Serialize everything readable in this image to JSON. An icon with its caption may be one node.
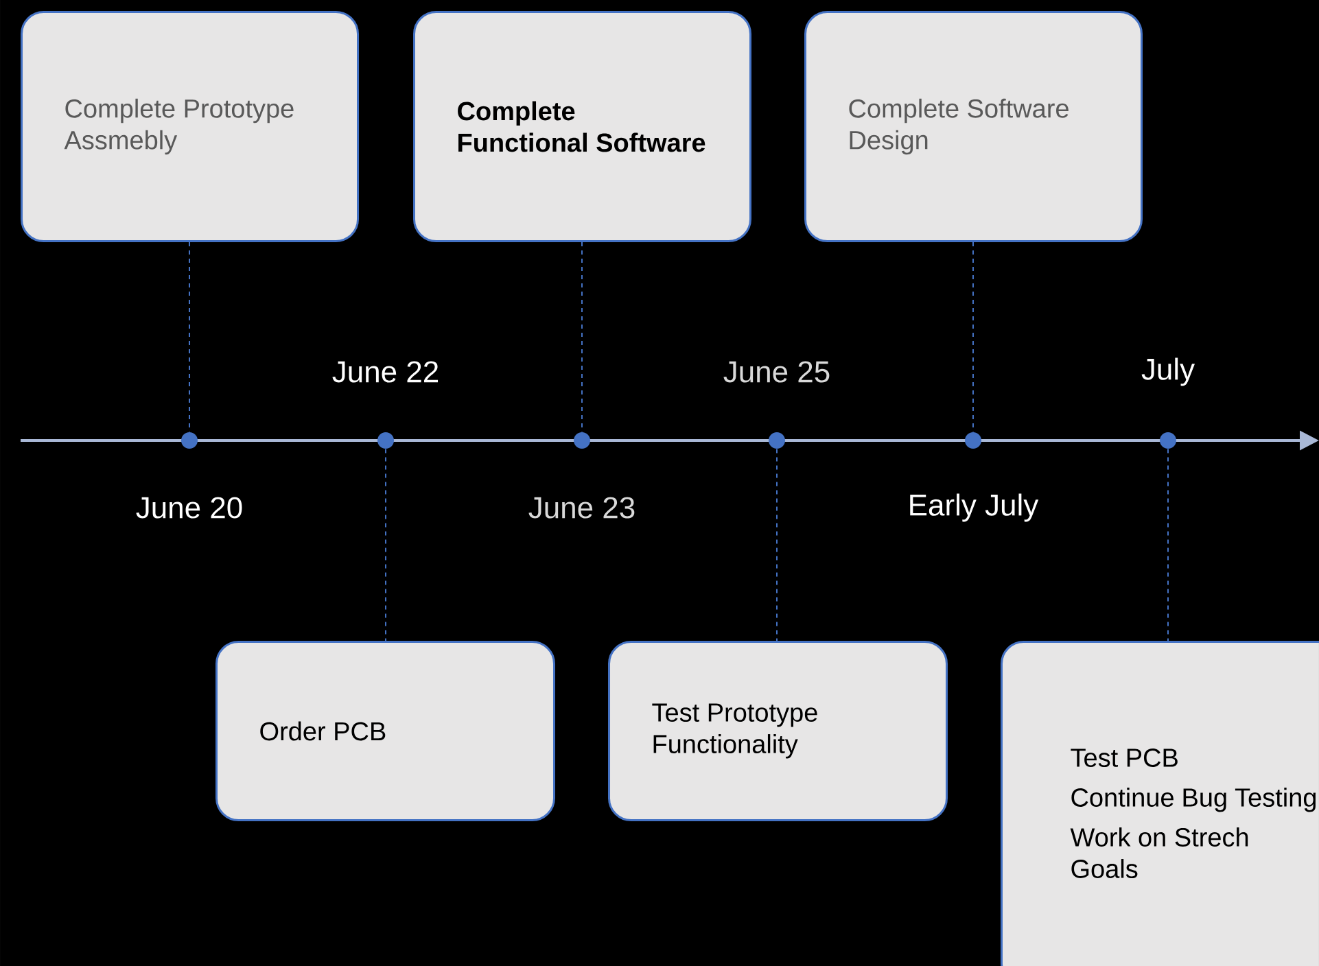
{
  "diagram": {
    "nodes": [
      {
        "text": [
          "Complete Prototype Assmebly"
        ]
      },
      {
        "text": [
          "Complete Functional Software"
        ]
      },
      {
        "text": [
          "Complete Software Design"
        ]
      },
      {
        "text": [],
        "shape": "circle"
      },
      {
        "text": [],
        "shape": "circle"
      },
      {
        "text": [],
        "shape": "circle"
      },
      {
        "text": [],
        "shape": "circle"
      },
      {
        "text": [],
        "shape": "circle"
      },
      {
        "text": [],
        "shape": "circle"
      },
      {
        "text": [
          "Order PCB"
        ]
      },
      {
        "text": [
          "Test Prototype Functionality"
        ]
      },
      {
        "text": [
          "Test PCB",
          "Continue Bug Testing",
          "Work on Strech Goals"
        ]
      }
    ],
    "edges": [
      {
        "from": 0,
        "to": 3,
        "arrow": "none",
        "style": "dashed"
      },
      {
        "from": 1,
        "to": 5,
        "arrow": "none",
        "style": "dashed"
      },
      {
        "from": 2,
        "to": 7,
        "arrow": "none",
        "style": "dashed"
      },
      {
        "from": 4,
        "to": 9,
        "arrow": "none",
        "style": "dashed"
      },
      {
        "from": 6,
        "to": 10,
        "arrow": "none",
        "style": "dashed"
      },
      {
        "from": 8,
        "to": 11,
        "arrow": "none",
        "style": "dashed"
      }
    ],
    "labels": [
      "June 22",
      "June 25",
      "July",
      "June 20",
      "June 23",
      "Early July"
    ]
  }
}
